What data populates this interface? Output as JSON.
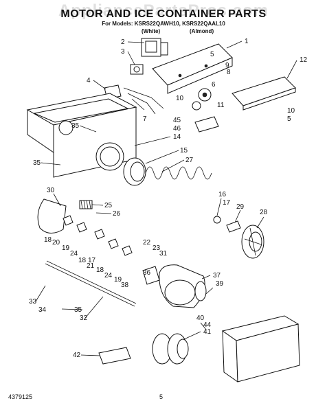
{
  "header": {
    "watermark": "AppliancePartsPros.com",
    "title": "MOTOR AND ICE CONTAINER PARTS",
    "subtitle": "For Models: KSRS22QAWH10, KSRS22QAAL10",
    "variant_white": "(White)",
    "variant_almond": "(Almond)"
  },
  "footer": {
    "doc_number": "4379125",
    "page_number": "5"
  },
  "callouts": {
    "c1": "1",
    "c2": "2",
    "c3": "3",
    "c4": "4",
    "c5a": "5",
    "c5b": "5",
    "c6": "6",
    "c7": "7",
    "c8": "8",
    "c9": "9",
    "c10a": "10",
    "c10b": "10",
    "c11": "11",
    "c12": "12",
    "c14": "14",
    "c15": "15",
    "c16": "16",
    "c17a": "17",
    "c17b": "17",
    "c18a": "18",
    "c18b": "18",
    "c18c": "18",
    "c19a": "19",
    "c19b": "19",
    "c20": "20",
    "c21": "21",
    "c22": "22",
    "c23": "23",
    "c24a": "24",
    "c24b": "24",
    "c25": "25",
    "c26": "26",
    "c27": "27",
    "c28": "28",
    "c29": "29",
    "c30": "30",
    "c31": "31",
    "c32": "32",
    "c33": "33",
    "c34": "34",
    "c35a": "35",
    "c35b": "35",
    "c35c": "35",
    "c36": "36",
    "c37": "37",
    "c38": "38",
    "c39": "39",
    "c40": "40",
    "c41": "41",
    "c42": "42",
    "c44": "44",
    "c45": "45",
    "c46": "46"
  }
}
